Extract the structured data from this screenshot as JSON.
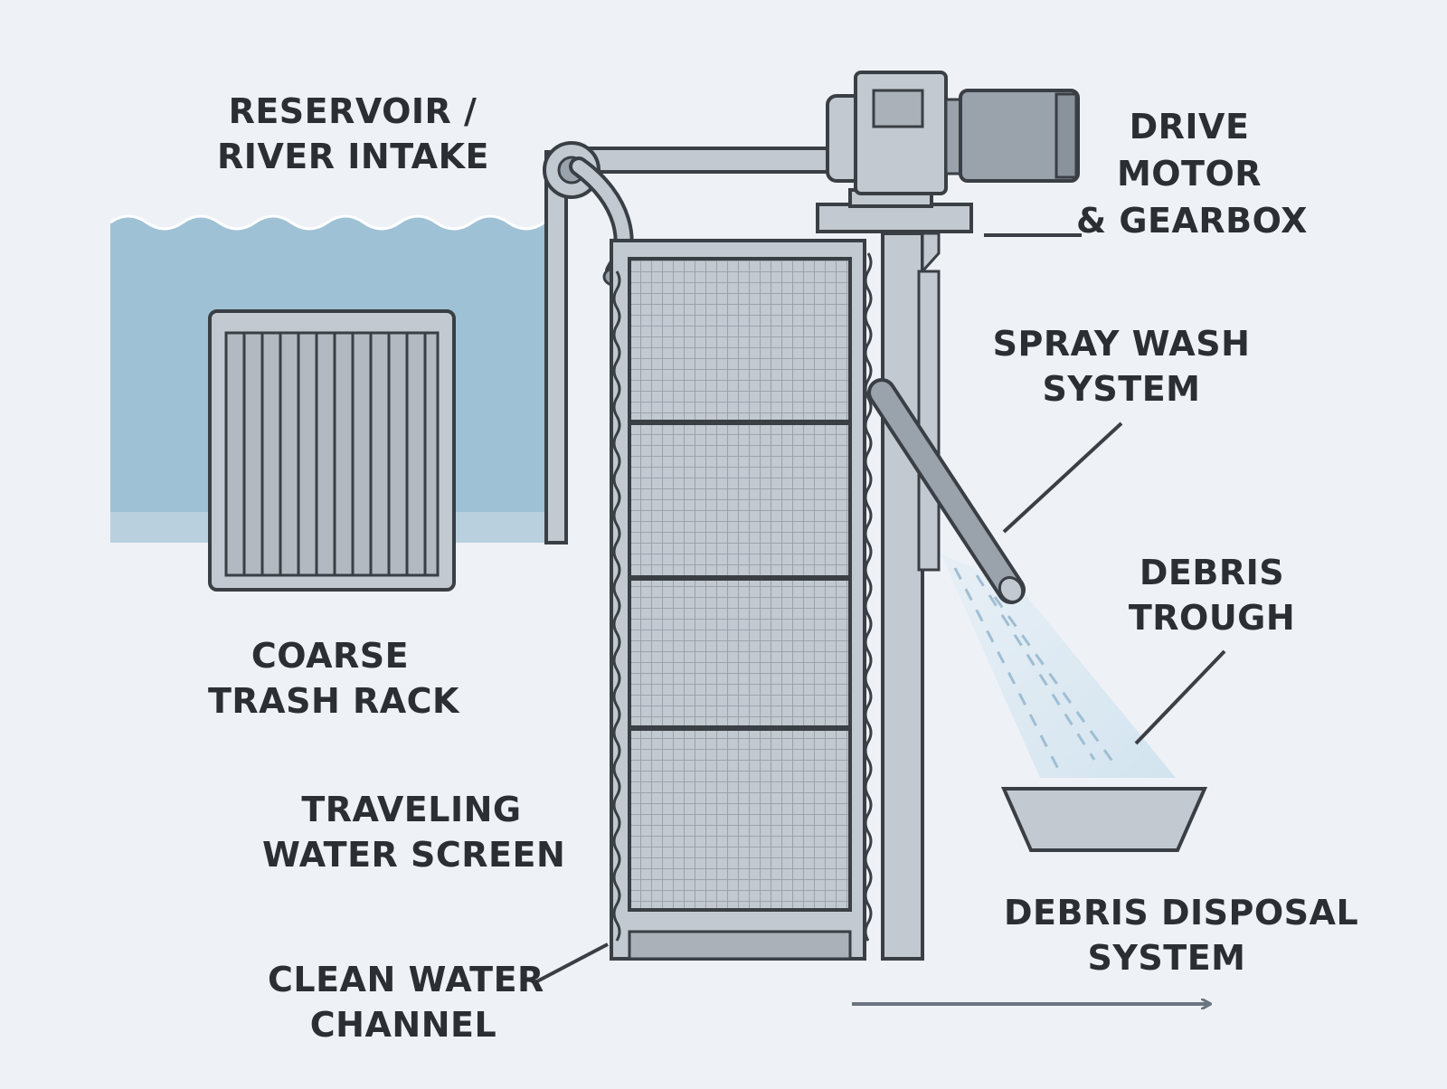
{
  "colors": {
    "background": "#eef2f7",
    "water": "#9ec1d6",
    "water_deep": "#b9d1df",
    "metal": "#c3c9d0",
    "metal_dark": "#9aa2ab",
    "outline": "#3a3f45",
    "mesh": "#8f98a2",
    "spray": "#d6e7f1",
    "arrow": "#6b7580"
  },
  "labels": {
    "intake": {
      "line1": "RESERVOIR /",
      "line2": "RIVER INTAKE"
    },
    "motor": {
      "line1": "DRIVE",
      "line2": "MOTOR",
      "line3": "& GEARBOX"
    },
    "spray": {
      "line1": "SPRAY WASH",
      "line2": "SYSTEM"
    },
    "trough": {
      "line1": "DEBRIS",
      "line2": "TROUGH"
    },
    "rack": {
      "line1": "COARSE",
      "line2": "TRASH RACK"
    },
    "screen": {
      "line1": "TRAVELING",
      "line2": "WATER SCREEN"
    },
    "channel": {
      "line1": "CLEAN WATER",
      "line2": "CHANNEL"
    },
    "disposal": {
      "line1": "DEBRIS DISPOSAL",
      "line2": "SYSTEM"
    }
  }
}
